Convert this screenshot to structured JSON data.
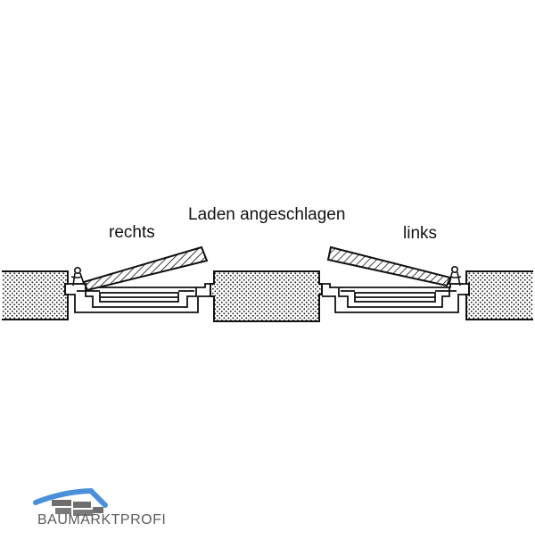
{
  "labels": {
    "center": "Laden angeschlagen",
    "right_side": "rechts",
    "left_side": "links"
  },
  "logo": {
    "text": "BAUMARKTPROFI",
    "roof_color": "#4a90d9",
    "brick_color": "#6e6e6e"
  },
  "colors": {
    "line": "#111111",
    "background": "#ffffff"
  }
}
